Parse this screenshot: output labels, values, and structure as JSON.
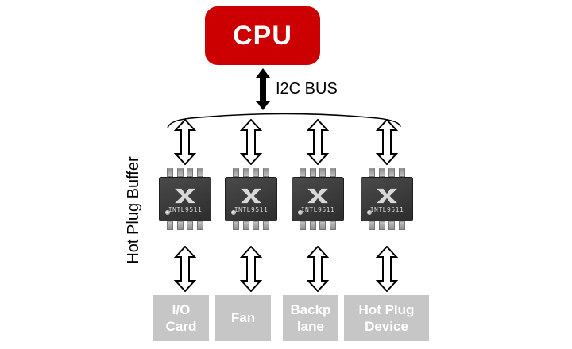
{
  "cpu": {
    "label": "CPU"
  },
  "bus": {
    "label": "I2C BUS"
  },
  "side_label": "Hot Plug Buffer",
  "chips": [
    {
      "label": "INTL9511"
    },
    {
      "label": "INTL9511"
    },
    {
      "label": "INTL9511"
    },
    {
      "label": "INTL9511"
    }
  ],
  "devices": [
    {
      "label": "I/O\nCard"
    },
    {
      "label": "Fan"
    },
    {
      "label": "Backp\nlane"
    },
    {
      "label": "Hot Plug\nDevice"
    }
  ],
  "colors": {
    "cpu_red": "#cc0000",
    "device_gray": "#c6c6c6",
    "chip_dark": "#3a3a3a"
  }
}
